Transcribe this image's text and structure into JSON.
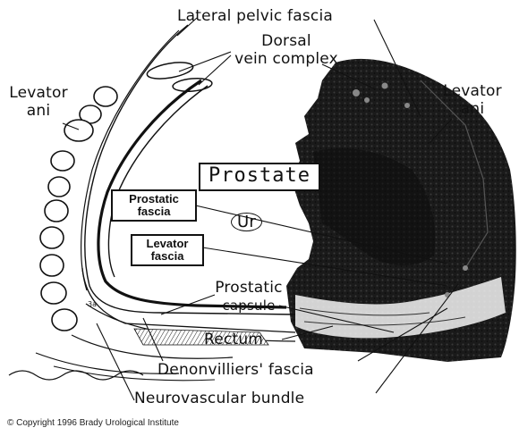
{
  "labels": {
    "lateral_pelvic_fascia": "Lateral pelvic fascia",
    "dorsal_vein_complex": [
      "Dorsal",
      "vein complex"
    ],
    "levator_ani_left": [
      "Levator",
      "ani"
    ],
    "levator_ani_right": [
      "Levator",
      "ani"
    ],
    "prostate": "Prostate",
    "urethra": "Ur",
    "prostatic_fascia": [
      "Prostatic",
      "fascia"
    ],
    "levator_fascia": [
      "Levator",
      "fascia"
    ],
    "prostatic_capsule": [
      "Prostatic",
      "capsule"
    ],
    "rectum": "Rectum",
    "denonvilliers_fascia": "Denonvilliers' fascia",
    "neurovascular_bundle": "Neurovascular bundle",
    "small_marker": "3a"
  },
  "copyright": "© Copyright 1996 Brady Urological Institute"
}
